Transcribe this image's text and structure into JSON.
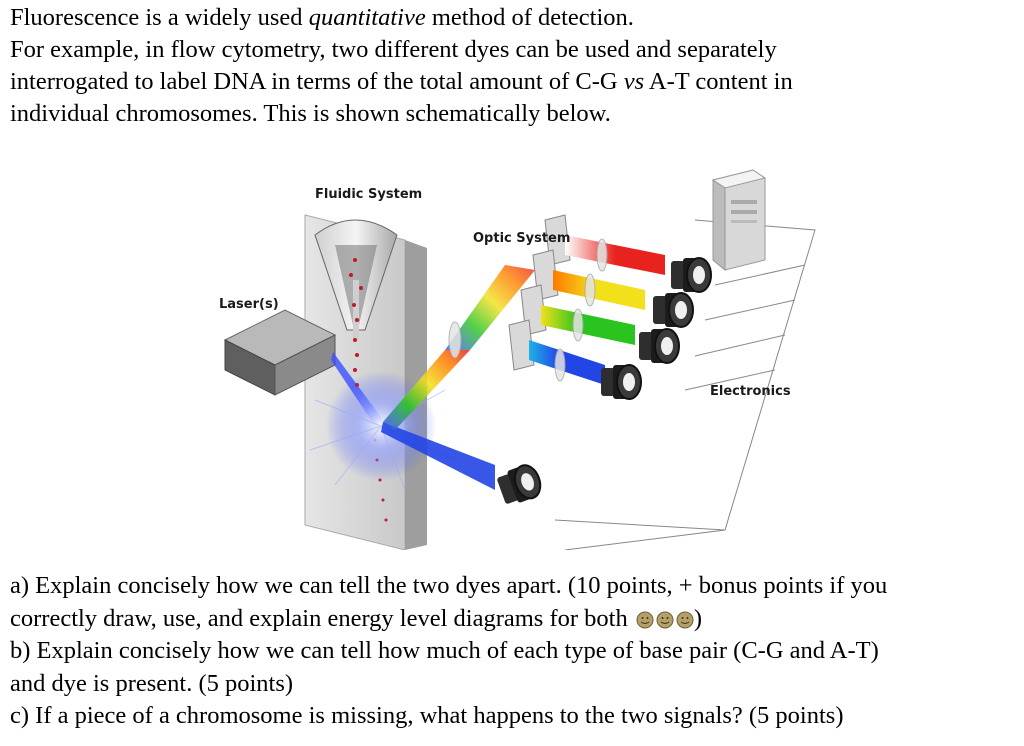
{
  "intro": {
    "line1_pre": "Fluorescence is a widely used ",
    "line1_em": "quantitative",
    "line1_post": " method of detection.",
    "line2": "For example, in flow cytometry, two different dyes can be used and separately",
    "line3_pre": "interrogated to label DNA in terms of the total amount of C-G ",
    "line3_em": "vs",
    "line3_post": " A-T content in",
    "line4": "individual chromosomes. This is shown schematically below."
  },
  "figure": {
    "labels": {
      "fluidic": "Fluidic System",
      "optic": "Optic System",
      "laser": "Laser(s)",
      "electronics": "Electronics"
    },
    "colors": {
      "red": "#e8231e",
      "yellow": "#f2e01a",
      "green": "#29c41d",
      "blue": "#2245e6",
      "laser_blue": "#3a4fff"
    },
    "icons": [
      "computer-tower-icon",
      "detector-icon",
      "laser-box-icon",
      "flow-nozzle-icon"
    ]
  },
  "questions": {
    "a_line1": "a) Explain concisely how we can tell the two dyes apart. (10 points, + bonus points if you",
    "a_line2_pre": "correctly draw, use, and explain energy level diagrams for both ",
    "a_line2_post": ")",
    "b_line1": "b) Explain concisely how we can tell how much of each type of base pair (C-G and A-T)",
    "b_line2": "and dye is present. (5 points)",
    "c_line1": "c) If a piece of a chromosome is missing, what happens to the two signals? (5 points)"
  }
}
